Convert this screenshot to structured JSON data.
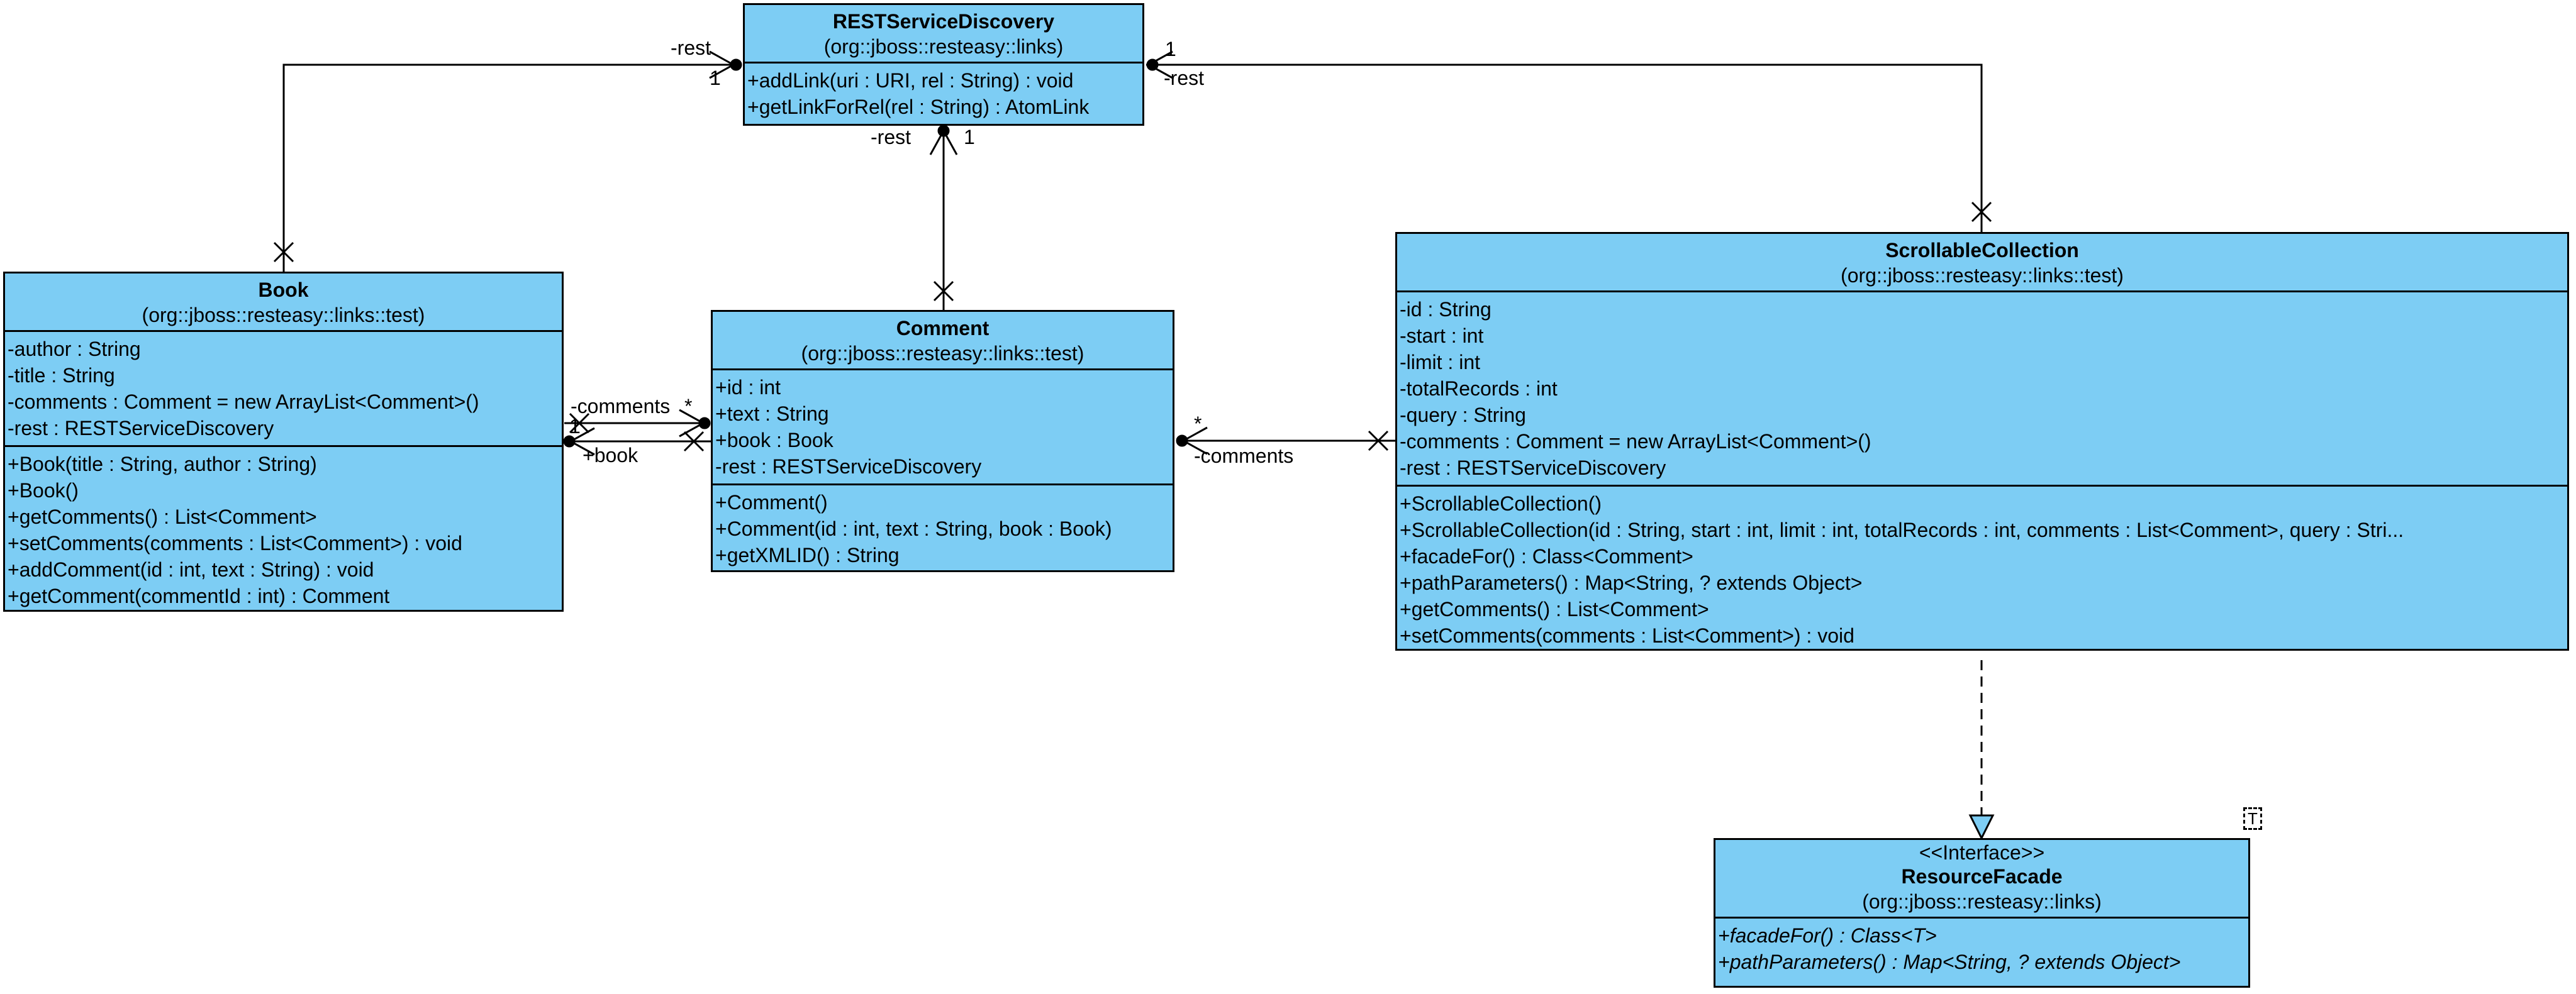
{
  "classes": {
    "rest_service_discovery": {
      "name": "RESTServiceDiscovery",
      "package": "(org::jboss::resteasy::links)",
      "attributes": [],
      "operations": [
        "+addLink(uri : URI, rel : String) : void",
        "+getLinkForRel(rel : String) : AtomLink"
      ]
    },
    "book": {
      "name": "Book",
      "package": "(org::jboss::resteasy::links::test)",
      "attributes": [
        "-author : String",
        "-title : String",
        "-comments : Comment = new ArrayList<Comment>()",
        "-rest : RESTServiceDiscovery"
      ],
      "operations": [
        "+Book(title : String, author : String)",
        "+Book()",
        "+getComments() : List<Comment>",
        "+setComments(comments : List<Comment>) : void",
        "+addComment(id : int, text : String) : void",
        "+getComment(commentId : int) : Comment"
      ]
    },
    "comment": {
      "name": "Comment",
      "package": "(org::jboss::resteasy::links::test)",
      "attributes": [
        "+id : int",
        "+text : String",
        "+book : Book",
        "-rest : RESTServiceDiscovery"
      ],
      "operations": [
        "+Comment()",
        "+Comment(id : int, text : String, book : Book)",
        "+getXMLID() : String"
      ]
    },
    "scrollable_collection": {
      "name": "ScrollableCollection",
      "package": "(org::jboss::resteasy::links::test)",
      "attributes": [
        "-id : String",
        "-start : int",
        "-limit : int",
        "-totalRecords : int",
        "-query : String",
        "-comments : Comment = new ArrayList<Comment>()",
        "-rest : RESTServiceDiscovery"
      ],
      "operations": [
        "+ScrollableCollection()",
        "+ScrollableCollection(id : String, start : int, limit : int, totalRecords : int, comments : List<Comment>, query : Stri...",
        "+facadeFor() : Class<Comment>",
        "+pathParameters() : Map<String, ? extends Object>",
        "+getComments() : List<Comment>",
        "+setComments(comments : List<Comment>) : void"
      ]
    },
    "resource_facade": {
      "stereotype": "<<Interface>>",
      "name": "ResourceFacade",
      "package": "(org::jboss::resteasy::links)",
      "template_param": "T",
      "attributes": [],
      "operations": [
        "+facadeFor() : Class<T>",
        "+pathParameters() : Map<String, ? extends Object>"
      ]
    }
  },
  "edge_labels": {
    "book_rest_role": "-rest",
    "book_rest_mult": "1",
    "sc_rest_mult": "1",
    "sc_rest_role": "-rest",
    "comment_rest_role": "-rest",
    "comment_rest_mult": "1",
    "book_comments_role": "-comments",
    "book_comments_mult": "*",
    "comment_book_role": "+book",
    "comment_book_mult": "1",
    "sc_comments_mult": "*",
    "sc_comments_role": "-comments"
  }
}
